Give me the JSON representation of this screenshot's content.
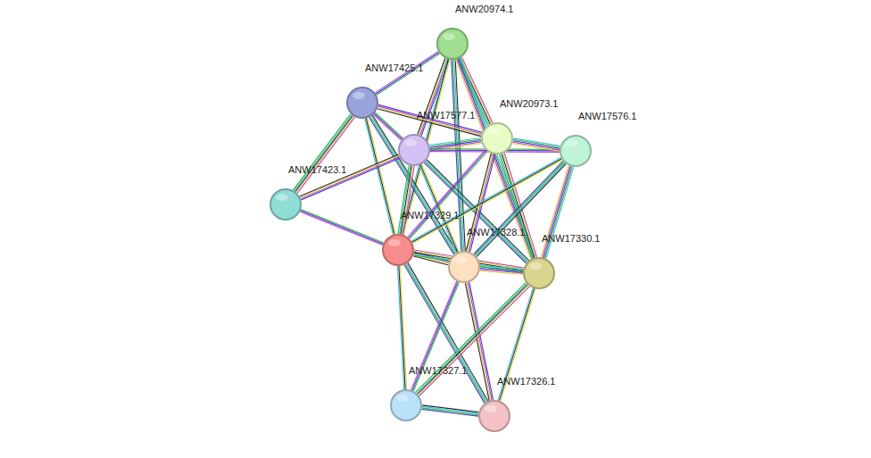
{
  "diagram": {
    "nodes": [
      {
        "text": [
          "ANW20974.1"
        ]
      },
      {
        "text": [
          "ANW17425.1"
        ]
      },
      {
        "text": [
          "ANW17577.1"
        ]
      },
      {
        "text": [
          "ANW20973.1"
        ]
      },
      {
        "text": [
          "ANW17576.1"
        ]
      },
      {
        "text": [
          "ANW17423.1"
        ]
      },
      {
        "text": [
          "ANW17329.1"
        ]
      },
      {
        "text": [
          "ANW17328.1"
        ]
      },
      {
        "text": [
          "ANW17330.1"
        ]
      },
      {
        "text": [
          "ANW17327.1"
        ]
      },
      {
        "text": [
          "ANW17326.1"
        ]
      }
    ],
    "edges": [
      {
        "from": 0,
        "to": 1,
        "arrow": "none"
      },
      {
        "from": 0,
        "to": 2,
        "arrow": "none"
      },
      {
        "from": 0,
        "to": 3,
        "arrow": "none"
      },
      {
        "from": 0,
        "to": 6,
        "arrow": "none"
      },
      {
        "from": 0,
        "to": 7,
        "arrow": "none"
      },
      {
        "from": 0,
        "to": 8,
        "arrow": "none"
      },
      {
        "from": 1,
        "to": 2,
        "arrow": "none"
      },
      {
        "from": 1,
        "to": 3,
        "arrow": "none"
      },
      {
        "from": 1,
        "to": 5,
        "arrow": "none"
      },
      {
        "from": 1,
        "to": 6,
        "arrow": "none"
      },
      {
        "from": 1,
        "to": 7,
        "arrow": "none"
      },
      {
        "from": 2,
        "to": 3,
        "arrow": "none"
      },
      {
        "from": 2,
        "to": 4,
        "arrow": "none"
      },
      {
        "from": 2,
        "to": 5,
        "arrow": "none"
      },
      {
        "from": 2,
        "to": 6,
        "arrow": "none"
      },
      {
        "from": 2,
        "to": 7,
        "arrow": "none"
      },
      {
        "from": 2,
        "to": 8,
        "arrow": "none"
      },
      {
        "from": 3,
        "to": 4,
        "arrow": "none"
      },
      {
        "from": 3,
        "to": 6,
        "arrow": "none"
      },
      {
        "from": 3,
        "to": 7,
        "arrow": "none"
      },
      {
        "from": 3,
        "to": 8,
        "arrow": "none"
      },
      {
        "from": 4,
        "to": 6,
        "arrow": "none"
      },
      {
        "from": 4,
        "to": 7,
        "arrow": "none"
      },
      {
        "from": 4,
        "to": 8,
        "arrow": "none"
      },
      {
        "from": 5,
        "to": 6,
        "arrow": "none"
      },
      {
        "from": 6,
        "to": 7,
        "arrow": "none"
      },
      {
        "from": 6,
        "to": 8,
        "arrow": "none"
      },
      {
        "from": 6,
        "to": 9,
        "arrow": "none"
      },
      {
        "from": 6,
        "to": 10,
        "arrow": "none"
      },
      {
        "from": 7,
        "to": 8,
        "arrow": "none"
      },
      {
        "from": 7,
        "to": 9,
        "arrow": "none"
      },
      {
        "from": 7,
        "to": 10,
        "arrow": "none"
      },
      {
        "from": 8,
        "to": 9,
        "arrow": "none"
      },
      {
        "from": 8,
        "to": 10,
        "arrow": "none"
      },
      {
        "from": 9,
        "to": 10,
        "arrow": "none"
      }
    ]
  }
}
